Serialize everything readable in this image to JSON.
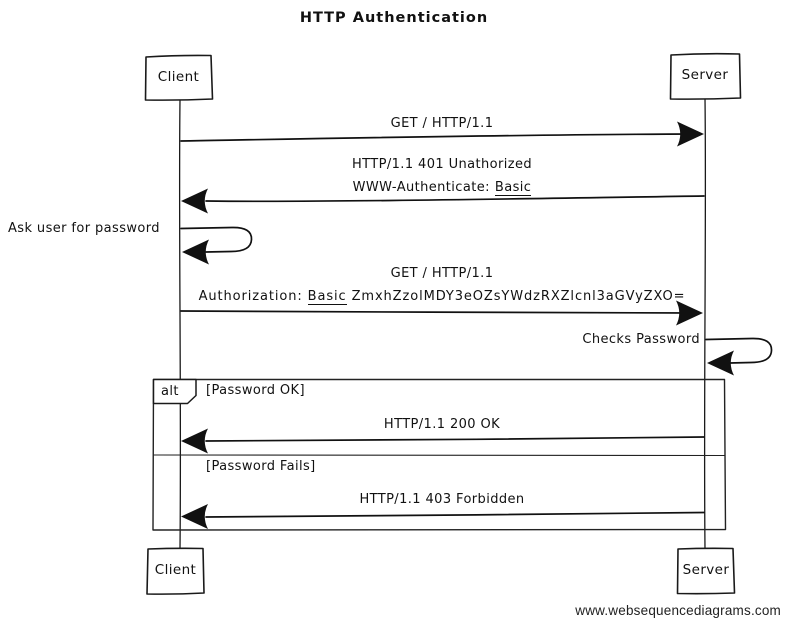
{
  "title": "HTTP Authentication",
  "actors": {
    "client": "Client",
    "server": "Server"
  },
  "messages": {
    "get1": "GET / HTTP/1.1",
    "resp401_line1": "HTTP/1.1 401 Unathorized",
    "resp401_prefix": "WWW-Authenticate:",
    "resp401_emphasis": "Basic",
    "self_client": "Ask user for password",
    "get2": "GET / HTTP/1.1",
    "auth_prefix": "Authorization:",
    "auth_emphasis": "Basic",
    "auth_token": "ZmxhZzolMDY3eOZsYWdzRXZlcnl3aGVyZXO=",
    "self_server": "Checks Password",
    "resp200": "HTTP/1.1 200 OK",
    "resp403": "HTTP/1.1 403 Forbidden"
  },
  "alt_frame": {
    "operator": "alt",
    "guard_ok": "[Password OK]",
    "guard_fail": "[Password Fails]"
  },
  "footer": "www.websequencediagrams.com",
  "colors": {
    "stroke": "#1a1a1a",
    "background": "#ffffff"
  }
}
